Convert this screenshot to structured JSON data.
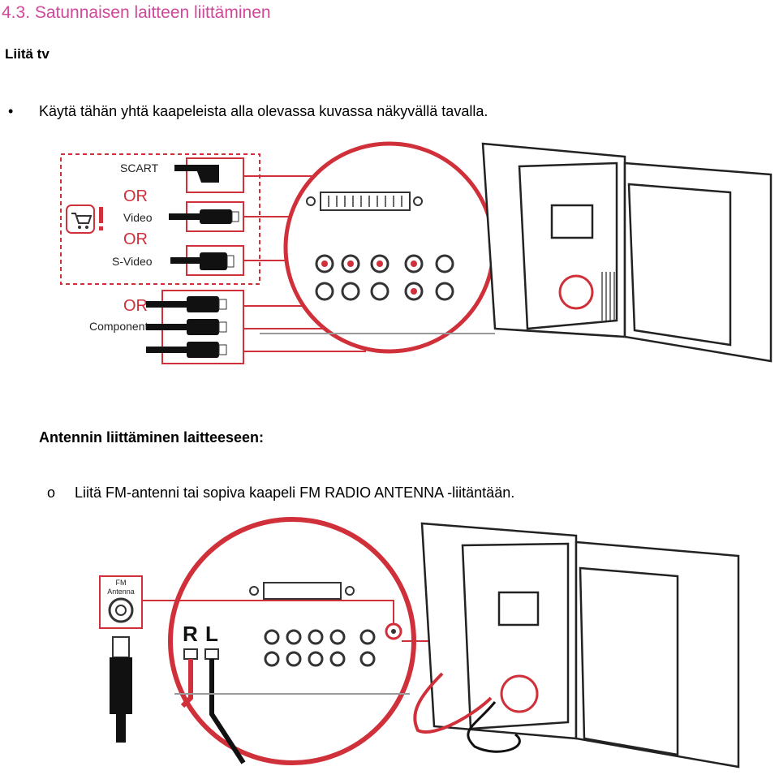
{
  "heading": "4.3. Satunnaisen laitteen liittäminen",
  "subheading": "Liitä tv",
  "bullet1": {
    "mark": "•",
    "text": "Käytä tähän yhtä kaapeleista alla olevassa kuvassa näkyvällä tavalla."
  },
  "diagram1": {
    "labels": {
      "scart": "SCART",
      "or1": "OR",
      "video": "Video",
      "or2": "OR",
      "svideo": "S-Video",
      "or3": "OR",
      "component": "Component"
    }
  },
  "section_title": "Antennin liittäminen laitteeseen:",
  "bullet2": {
    "mark": "o",
    "text": "Liitä FM-antenni tai sopiva kaapeli FM RADIO ANTENNA -liitäntään."
  },
  "diagram2": {
    "labels": {
      "fm_line1": "FM",
      "fm_line2": "Antenna",
      "r": "R",
      "l": "L"
    }
  },
  "colors": {
    "heading": "#d1479a",
    "accent_red": "#d0303a"
  }
}
